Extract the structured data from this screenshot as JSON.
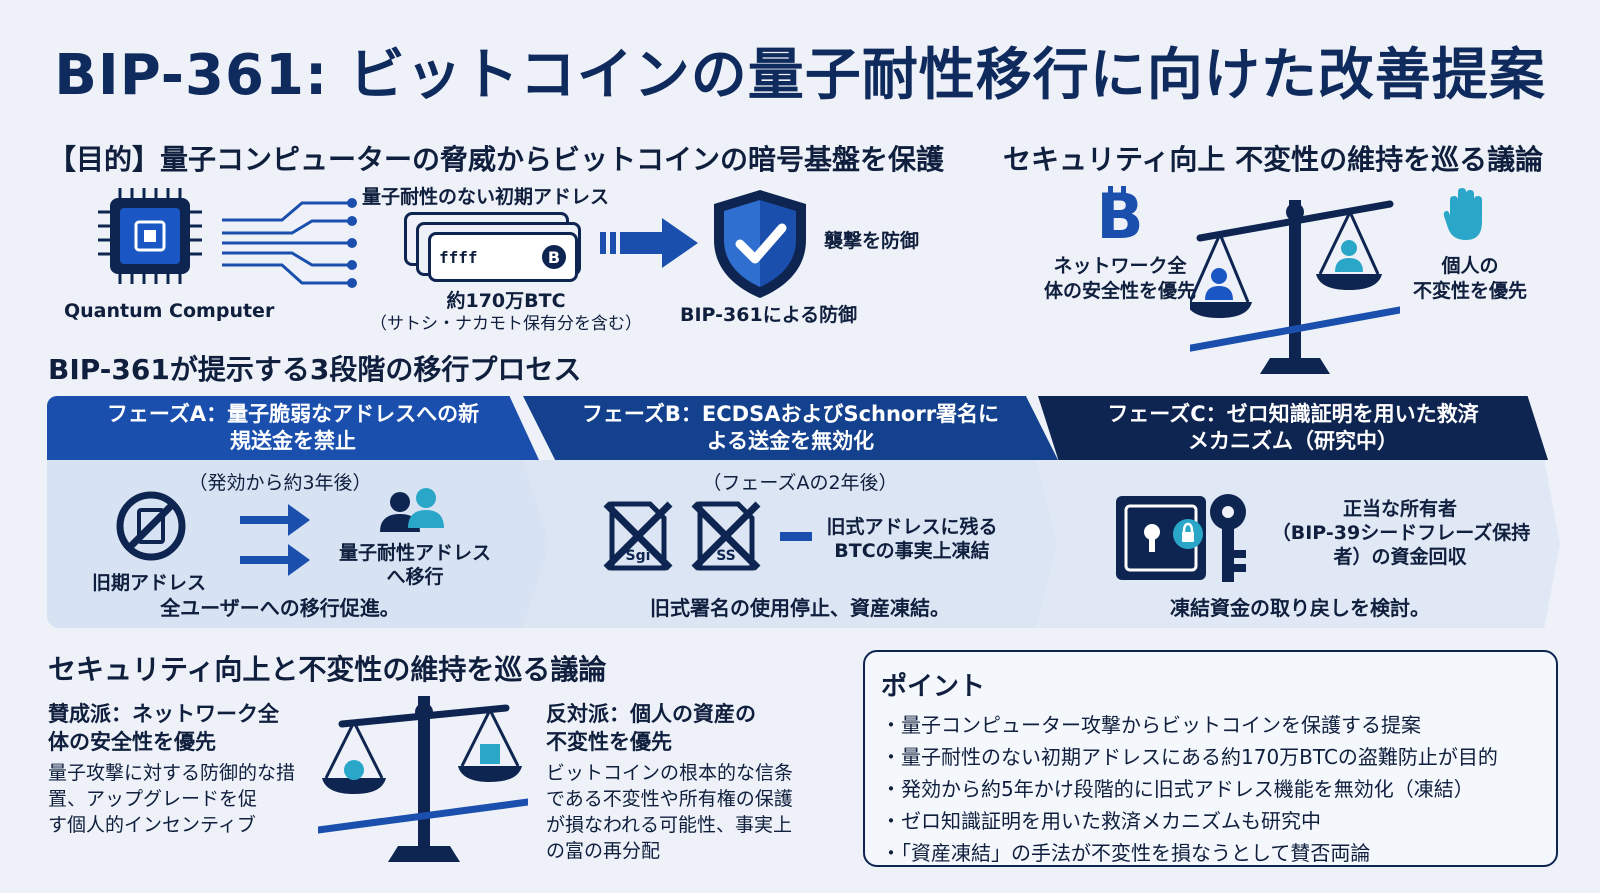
{
  "title": "BIP-361: ビットコインの量子耐性移行に向けた改善提案",
  "purpose": {
    "heading": "【目的】量子コンピューターの脅威からビットコインの暗号基盤を保護",
    "quantum_label": "Quantum Computer",
    "address_label": "量子耐性のない初期アドレス",
    "card_text": "ffff",
    "amount_line1": "約170万BTC",
    "amount_line2": "（サトシ・ナカモト保有分を含む）",
    "defense_label": "襲撃を防御",
    "bip_defense": "BIP-361による防御"
  },
  "debate_top": {
    "heading": "セキュリティ向上 不変性の維持を巡る議論",
    "left_line1": "ネットワーク全",
    "left_line2": "体の安全性を優先",
    "right_line1": "個人の",
    "right_line2": "不変性を優先"
  },
  "process": {
    "heading": "BIP-361が提示する3段階の移行プロセス",
    "phase_a": {
      "head_line1": "フェーズA：量子脆弱なアドレスへの新",
      "head_line2": "規送金を禁止",
      "timing": "（発効から約3年後）",
      "old_label": "旧期アドレス",
      "new_line1": "量子耐性アドレス",
      "new_line2": "へ移行",
      "summary": "全ユーザーへの移行促進。"
    },
    "phase_b": {
      "head_line1": "フェーズB：ECDSAおよびSchnorr署名に",
      "head_line2": "よる送金を無効化",
      "timing": "（フェーズAの2年後）",
      "doc1": "Sgi",
      "doc2": "SS",
      "freeze_line1": "旧式アドレスに残る",
      "freeze_line2": "BTCの事実上凍結",
      "summary": "旧式署名の使用停止、資産凍結。"
    },
    "phase_c": {
      "head_line1": "フェーズC：ゼロ知識証明を用いた救済",
      "head_line2": "メカニズム（研究中）",
      "owner_line1": "正当な所有者",
      "owner_line2": "（BIP-39シードフレーズ保持",
      "owner_line3": "者）の資金回収",
      "summary": "凍結資金の取り戻しを検討。"
    }
  },
  "debate_bottom": {
    "heading": "セキュリティ向上と不変性の維持を巡る議論",
    "pro_title_line1": "賛成派：ネットワーク全",
    "pro_title_line2": "体の安全性を優先",
    "pro_body_line1": "量子攻撃に対する防御的な措",
    "pro_body_line2": "置、アップグレードを促",
    "pro_body_line3": "す個人的インセンティブ",
    "con_title_line1": "反対派：個人の資産の",
    "con_title_line2": "不変性を優先",
    "con_body_line1": "ビットコインの根本的な信条",
    "con_body_line2": "である不変性や所有権の保護",
    "con_body_line3": "が損なわれる可能性、事実上",
    "con_body_line4": "の富の再分配"
  },
  "points": {
    "title": "ポイント",
    "items": [
      "・量子コンピューター攻撃からビットコインを保護する提案",
      "・量子耐性のない初期アドレスにある約170万BTCの盗難防止が目的",
      "・発効から約5年かけ段階的に旧式アドレス機能を無効化（凍結）",
      "・ゼロ知識証明を用いた救済メカニズムも研究中",
      "・「資産凍結」の手法が不変性を損なうとして賛否両論"
    ]
  },
  "colors": {
    "navy": "#0f2551",
    "blue": "#1a4fae",
    "accent": "#2f7fd8",
    "teal": "#2aa6c9"
  }
}
